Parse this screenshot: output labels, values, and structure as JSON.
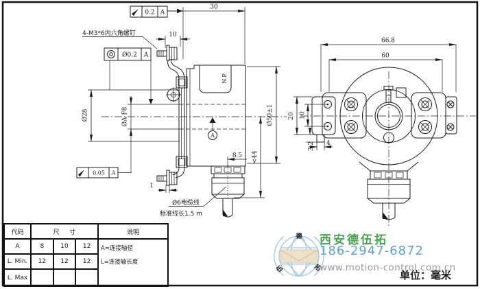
{
  "sheet": {
    "unit_label": "单位：毫米"
  },
  "side_view": {
    "screw_note": "4-M3*6内六角螺钉",
    "nameplate": "N.P.",
    "datum_label": "A",
    "dim_width": "30",
    "dim_screw": "10",
    "dim_flange_dia": "Ø28",
    "dim_bore": "ØA F8",
    "dim_body_dia": "Ø50±1",
    "dim_depth": "<44",
    "dim_gland_offset": "8.5",
    "dim_sheet_thk": "1",
    "cable_dia_note": "Ø6电缆线",
    "cable_len_note": "标准线长1.5 m",
    "tol_top": {
      "value": "0.2",
      "datum": "A"
    },
    "tol_conc": {
      "value": "Ø0.2",
      "datum": "A"
    },
    "tol_face": {
      "value": "0.05",
      "datum": "A"
    }
  },
  "front_view": {
    "dim_outer_width": "66.8",
    "dim_hole_span": "60",
    "dim_plate_h": "20",
    "dim_hole_pitch": "10",
    "dim_tab": "3.2",
    "dim_tab_w": "4"
  },
  "spec_table": {
    "headers": {
      "code": "代码",
      "size": "尺 寸",
      "desc": "说明"
    },
    "rows": [
      {
        "code": "A",
        "v1": "8",
        "v2": "10",
        "v3": "12"
      },
      {
        "code": "L. Min.",
        "v1": "12",
        "v2": "12",
        "v3": "12"
      },
      {
        "code": "L. Max",
        "v1": "",
        "v2": "",
        "v3": ""
      }
    ],
    "desc_line1": "A=连接轴径",
    "desc_line2": "L=连接轴长度"
  },
  "watermark": {
    "company": "西安德伍拓",
    "phone": "186-2947-6872",
    "website": "www.motion-control.com.cn",
    "logo": {
      "char_top": "德",
      "char_left": "伍",
      "char_right": "拓"
    },
    "colors": {
      "green": "#4aa550",
      "blue": "#58a0d8",
      "gray": "#9a9a9a",
      "logo_blue": "#a4c9e4",
      "envelope": "#ecdfc6"
    }
  }
}
